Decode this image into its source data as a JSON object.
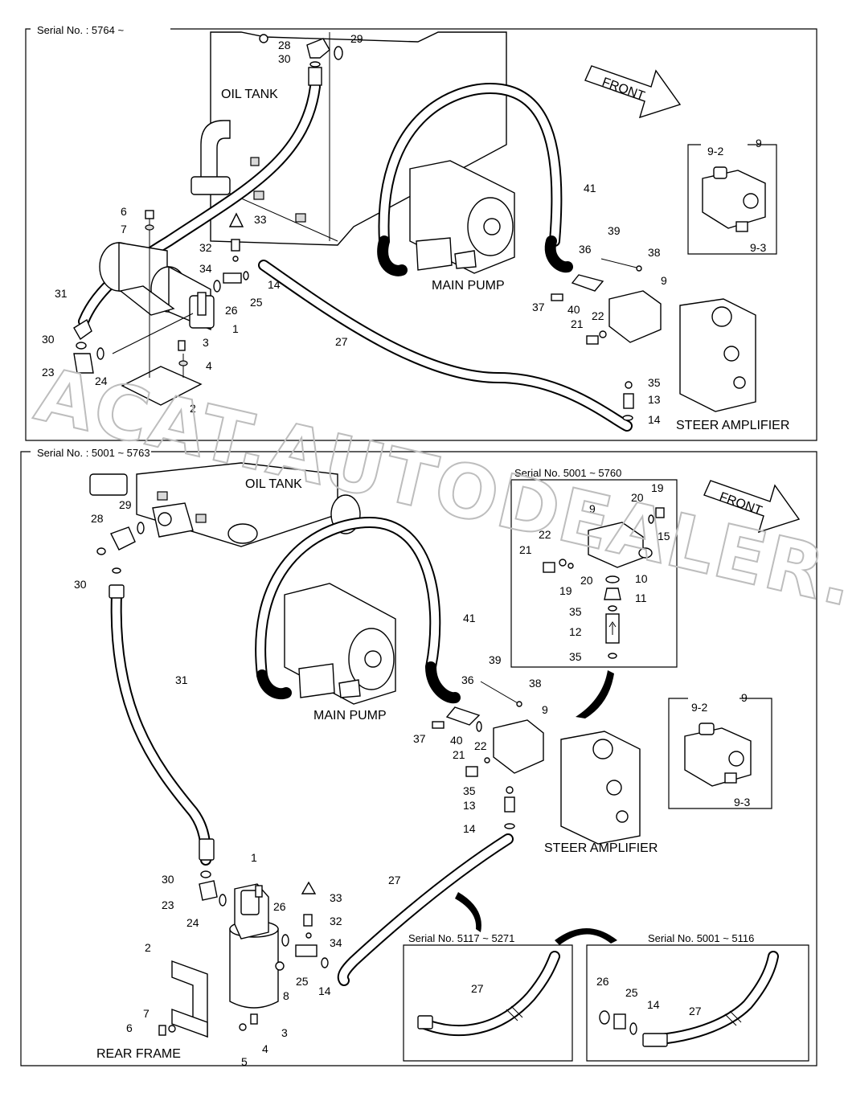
{
  "watermark": "ACAT.AUTODEALER.RU",
  "top": {
    "serial": "Serial No. : 5764 ~",
    "oil_tank": "OIL TANK",
    "main_pump": "MAIN PUMP",
    "steer_amplifier": "STEER AMPLIFIER",
    "front": "FRONT",
    "detail": {
      "title": "9",
      "sub1": "9-2",
      "sub2": "9-3"
    },
    "callouts": [
      "28",
      "29",
      "30",
      "6",
      "7",
      "33",
      "32",
      "34",
      "31",
      "1",
      "26",
      "25",
      "14",
      "30",
      "24",
      "23",
      "3",
      "4",
      "2",
      "27",
      "41",
      "39",
      "36",
      "38",
      "9",
      "37",
      "40",
      "22",
      "21",
      "35",
      "13",
      "14"
    ]
  },
  "bottom": {
    "serial": "Serial No. : 5001 ~ 5763",
    "oil_tank": "OIL TANK",
    "main_pump": "MAIN PUMP",
    "steer_amplifier": "STEER AMPLIFIER",
    "front": "FRONT",
    "rear_frame": "REAR FRAME",
    "inset1": {
      "serial": "Serial No. 5001 ~ 5760",
      "callouts": [
        "9",
        "19",
        "20",
        "15",
        "22",
        "21",
        "20",
        "19",
        "10",
        "11",
        "35",
        "12",
        "35"
      ]
    },
    "inset2": {
      "serial": "Serial No. 5117 ~ 5271",
      "callouts": [
        "27"
      ]
    },
    "inset3": {
      "serial": "Serial No. 5001 ~ 5116",
      "callouts": [
        "26",
        "25",
        "14",
        "27"
      ]
    },
    "detail": {
      "title": "9",
      "sub1": "9-2",
      "sub2": "9-3"
    },
    "callouts": [
      "28",
      "29",
      "30",
      "31",
      "41",
      "39",
      "36",
      "38",
      "9",
      "37",
      "40",
      "21",
      "22",
      "35",
      "13",
      "14",
      "27",
      "30",
      "23",
      "24",
      "1",
      "26",
      "33",
      "32",
      "34",
      "25",
      "14",
      "2",
      "8",
      "7",
      "6",
      "4",
      "3",
      "5"
    ]
  }
}
